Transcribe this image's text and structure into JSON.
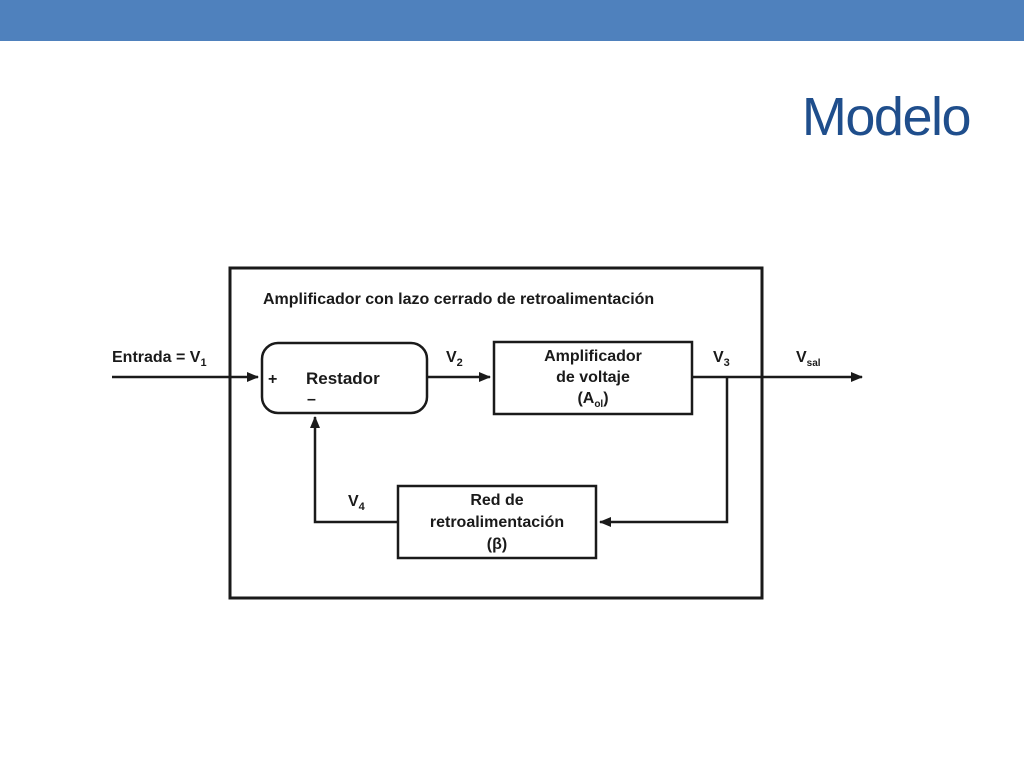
{
  "slide": {
    "title": "Modelo",
    "title_color": "#1f4e8c",
    "top_bar_color": "#4f81bd"
  },
  "diagram": {
    "frame_label": "Amplificador con lazo cerrado de retroalimentación",
    "input_label": "Entrada = V",
    "input_sub": "1",
    "subtractor_label": "Restador",
    "plus_sign": "+",
    "minus_sign": "–",
    "v2_label": "V",
    "v2_sub": "2",
    "amplifier_line1": "Amplificador",
    "amplifier_line2": "de voltaje",
    "amplifier_line3_main": "(A",
    "amplifier_line3_sub": "ol",
    "amplifier_line3_close": ")",
    "v3_label": "V",
    "v3_sub": "3",
    "output_label": "V",
    "output_sub": "sal",
    "feedback_line1": "Red de",
    "feedback_line2": "retroalimentación",
    "feedback_line3": "(β)",
    "v4_label": "V",
    "v4_sub": "4",
    "line_color": "#1a1a1a"
  }
}
